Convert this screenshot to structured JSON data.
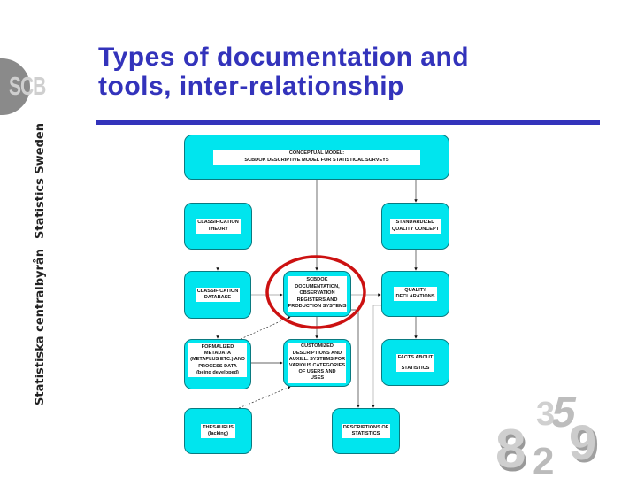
{
  "sidebar": {
    "logo_text": "SCB",
    "brand_en": "Statistics Sweden",
    "brand_sv": "Statistiska centralbyrån"
  },
  "header": {
    "title_line1": "Types of documentation and",
    "title_line2": "tools, inter-relationship",
    "accent_color": "#3333bb"
  },
  "diagram": {
    "box_color": "#00e5ee",
    "highlight_color": "#cc1111",
    "nodes": {
      "conceptual_model": "CONCEPTUAL MODEL:\nSCBDOK DESCRIPTIVE MODEL FOR STATISTICAL SURVEYS",
      "classification_theory": "CLASSIFICATION\nTHEORY",
      "standardized_quality": "STANDARDIZED\nQUALITY CONCEPT",
      "classification_database": "CLASSIFICATION\nDATABASE",
      "scbdok": "SCBDOK\nDOCUMENTATION,\nOBSERVATION\nREGISTERS AND\nPRODUCTION SYSTEMS",
      "quality_declarations": "QUALITY\nDECLARATIONS",
      "formalized_metadata": "FORMALIZED\nMETADATA\n(METAPLUS ETC.) AND\nPROCESS DATA\n(being developed)",
      "customized": "CUSTOMIZED\nDESCRIPTIONS AND\nAUXILL. SYSTEMS FOR\nVARIOUS CATEGORIES\nOF USERS AND\nUSES",
      "facts_about_statistics": "FACTS ABOUT\n\nSTATISTICS",
      "thesaurus": "THESAURUS\n(lacking)",
      "descriptions_of_statistics": "DESCRIPTIONS OF\nSTATISTICS"
    }
  },
  "decoration": {
    "digits": [
      "8",
      "3",
      "5",
      "2",
      "9"
    ]
  }
}
